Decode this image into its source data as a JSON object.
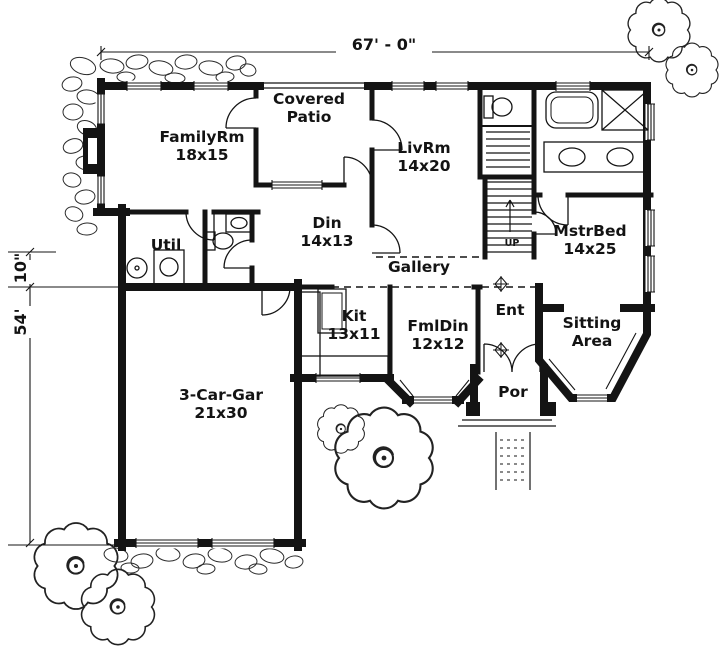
{
  "plan": {
    "dimensions": {
      "width": "67' - 0\"",
      "side_upper": "10\"",
      "side_lower": "54'"
    },
    "rooms": {
      "family": {
        "name": "FamilyRm",
        "size": "18x15"
      },
      "patio": {
        "line1": "Covered",
        "line2": "Patio"
      },
      "living": {
        "name": "LivRm",
        "size": "14x20"
      },
      "dining": {
        "name": "Din",
        "size": "14x13"
      },
      "utility": {
        "name": "Util"
      },
      "gallery": {
        "name": "Gallery"
      },
      "master": {
        "name": "MstrBed",
        "size": "14x25"
      },
      "kitchen": {
        "name": "Kit",
        "size": "13x11"
      },
      "formal_dining": {
        "name": "FmlDin",
        "size": "12x12"
      },
      "entry": {
        "name": "Ent"
      },
      "sitting": {
        "line1": "Sitting",
        "line2": "Area"
      },
      "garage": {
        "name": "3-Car-Gar",
        "size": "21x30"
      },
      "porch": {
        "name": "Por"
      },
      "stairs": {
        "direction": "UP"
      }
    },
    "colors": {
      "ink": "#141414",
      "paper": "#ffffff"
    }
  }
}
